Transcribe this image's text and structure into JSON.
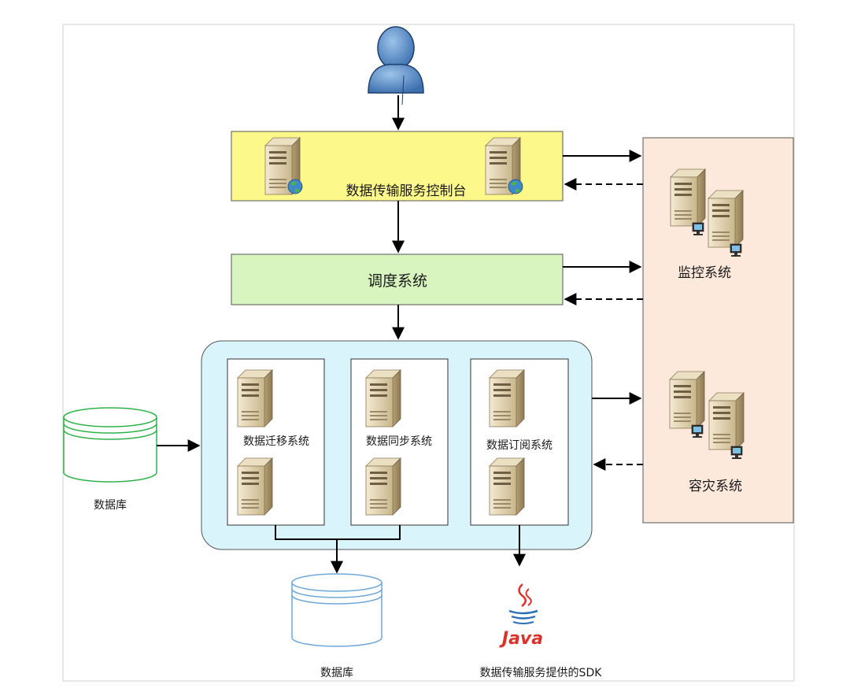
{
  "console": {
    "label": "数据传输服务控制台"
  },
  "scheduler": {
    "label": "调度系统"
  },
  "subsystems": [
    {
      "label": "数据迁移系统"
    },
    {
      "label": "数据同步系统"
    },
    {
      "label": "数据订阅系统"
    }
  ],
  "monitor": {
    "label": "监控系统"
  },
  "disaster": {
    "label": "容灾系统"
  },
  "source_db": {
    "label": "数据库"
  },
  "target_db": {
    "label": "数据库"
  },
  "sdk": {
    "label": "数据传输服务提供的SDK",
    "logo_text": "Java"
  },
  "colors": {
    "console_fill": "#fdf88a",
    "scheduler_fill": "#d8f5c0",
    "cluster_fill": "#d9f5fb",
    "right_panel_fill": "#fde8dc",
    "user_icon": "#4a7fc0",
    "java_red": "#d9322a"
  }
}
